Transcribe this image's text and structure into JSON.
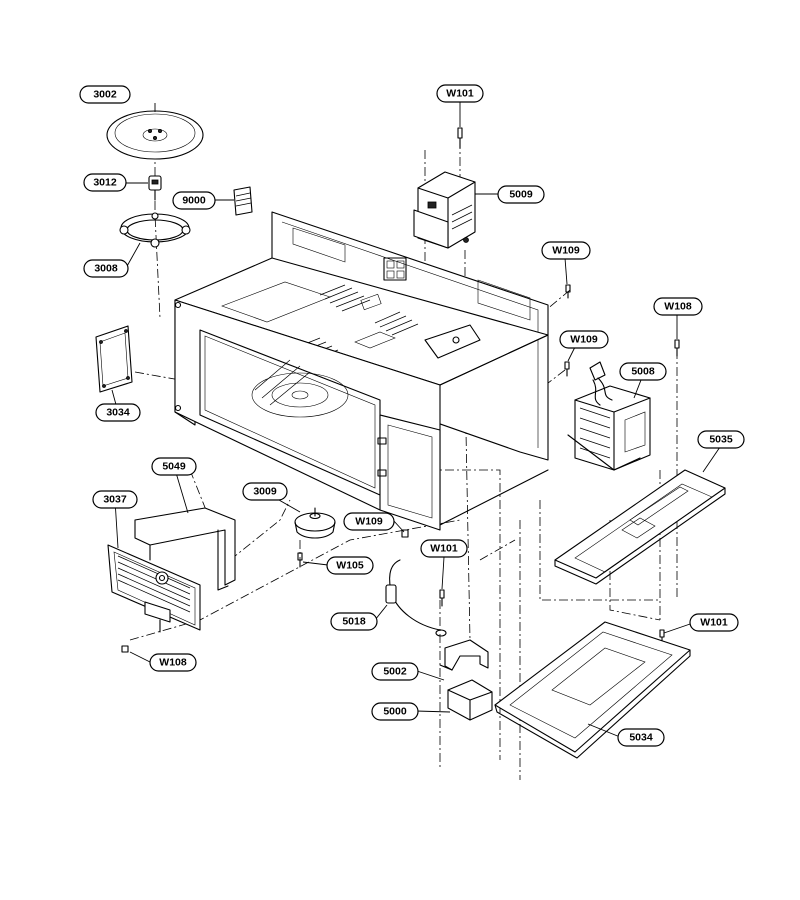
{
  "callouts": [
    {
      "id": "c3002",
      "label": "3002"
    },
    {
      "id": "c3012",
      "label": "3012"
    },
    {
      "id": "c9000",
      "label": "9000"
    },
    {
      "id": "c3008",
      "label": "3008"
    },
    {
      "id": "c3034",
      "label": "3034"
    },
    {
      "id": "c5049",
      "label": "5049"
    },
    {
      "id": "c3037",
      "label": "3037"
    },
    {
      "id": "c3009",
      "label": "3009"
    },
    {
      "id": "cW105",
      "label": "W105"
    },
    {
      "id": "cW108a",
      "label": "W108"
    },
    {
      "id": "cW101a",
      "label": "W101"
    },
    {
      "id": "c5009",
      "label": "5009"
    },
    {
      "id": "cW109a",
      "label": "W109"
    },
    {
      "id": "cW108b",
      "label": "W108"
    },
    {
      "id": "cW109b",
      "label": "W109"
    },
    {
      "id": "c5008",
      "label": "5008"
    },
    {
      "id": "c5035",
      "label": "5035"
    },
    {
      "id": "cW109c",
      "label": "W109"
    },
    {
      "id": "cW101b",
      "label": "W101"
    },
    {
      "id": "c5018",
      "label": "5018"
    },
    {
      "id": "cW101c",
      "label": "W101"
    },
    {
      "id": "c5002",
      "label": "5002"
    },
    {
      "id": "c5000",
      "label": "5000"
    },
    {
      "id": "c5034",
      "label": "5034"
    }
  ]
}
